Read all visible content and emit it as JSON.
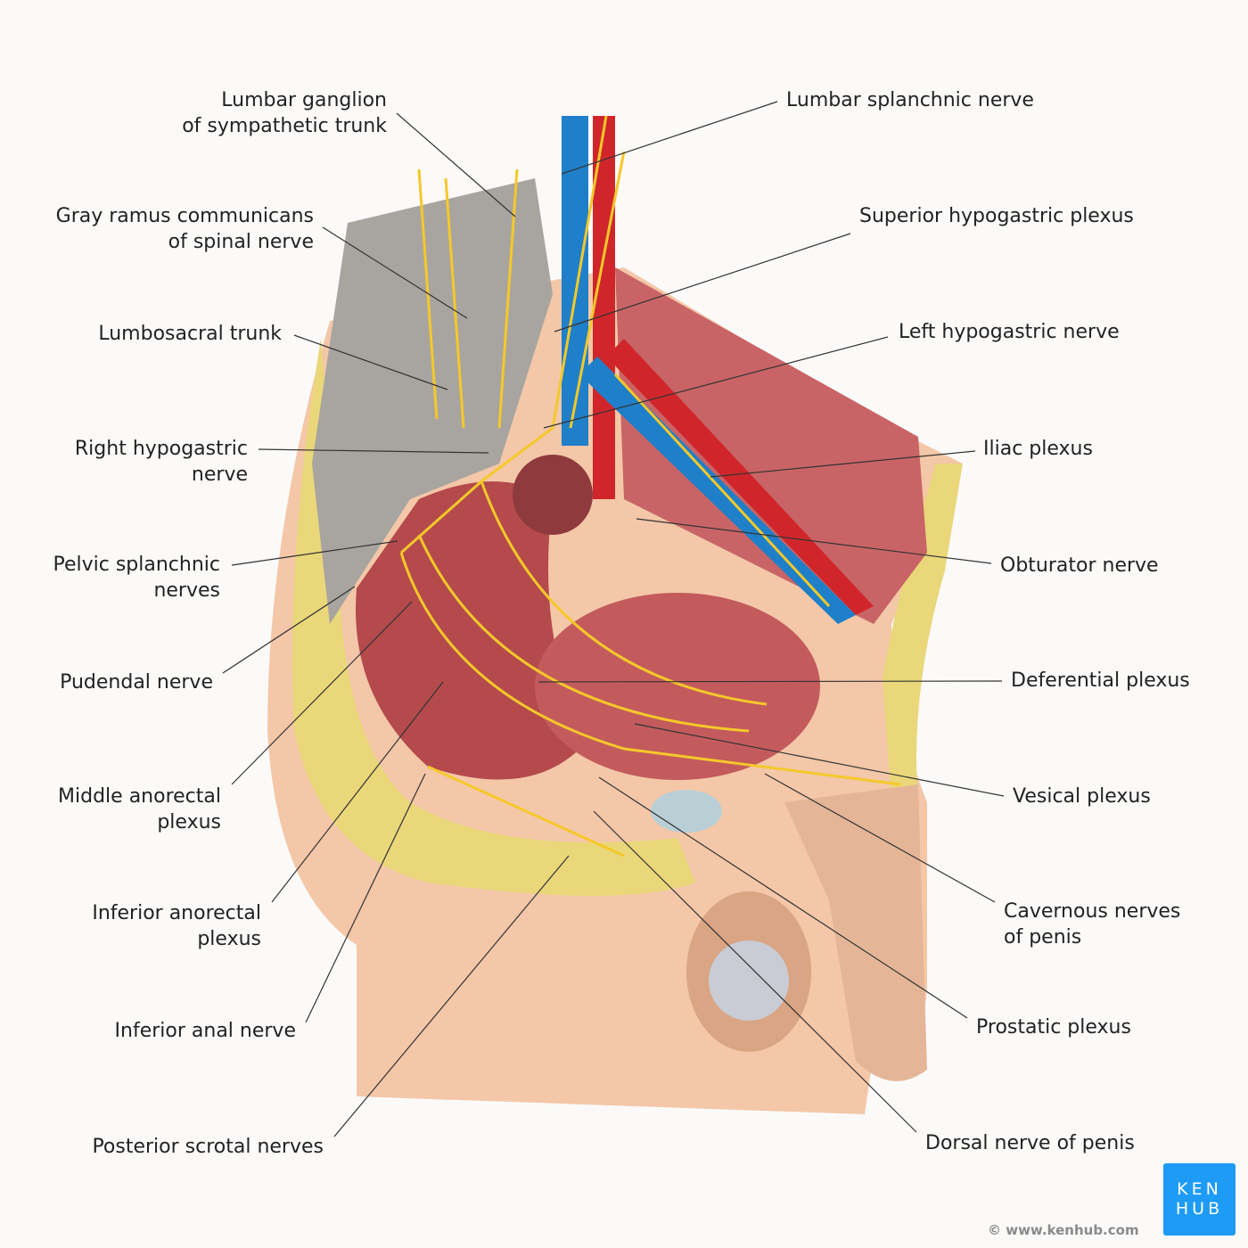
{
  "labels_left": [
    {
      "lines": [
        "Lumbar ganglion",
        "of sympathetic trunk"
      ]
    },
    {
      "lines": [
        "Gray ramus communicans",
        "of spinal nerve"
      ]
    },
    {
      "lines": [
        "Lumbosacral trunk"
      ]
    },
    {
      "lines": [
        "Right hypogastric",
        "nerve"
      ]
    },
    {
      "lines": [
        "Pelvic splanchnic",
        "nerves"
      ]
    },
    {
      "lines": [
        "Pudendal nerve"
      ]
    },
    {
      "lines": [
        "Middle anorectal",
        "plexus"
      ]
    },
    {
      "lines": [
        "Inferior anorectal",
        "plexus"
      ]
    },
    {
      "lines": [
        "Inferior anal nerve"
      ]
    },
    {
      "lines": [
        "Posterior scrotal nerves"
      ]
    }
  ],
  "labels_right": [
    {
      "lines": [
        "Lumbar splanchnic nerve"
      ]
    },
    {
      "lines": [
        "Superior hypogastric plexus"
      ]
    },
    {
      "lines": [
        "Left hypogastric nerve"
      ]
    },
    {
      "lines": [
        "Iliac plexus"
      ]
    },
    {
      "lines": [
        "Obturator nerve"
      ]
    },
    {
      "lines": [
        "Deferential plexus"
      ]
    },
    {
      "lines": [
        "Vesical plexus"
      ]
    },
    {
      "lines": [
        "Cavernous nerves",
        "of penis"
      ]
    },
    {
      "lines": [
        "Prostatic plexus"
      ]
    },
    {
      "lines": [
        "Dorsal nerve of penis"
      ]
    }
  ],
  "watermark": "© www.kenhub.com",
  "logo": {
    "line1": "KEN",
    "line2": "HUB"
  },
  "colors": {
    "nerve": "#f5c82a",
    "artery": "#d0262b",
    "vein": "#1f7fc9",
    "muscle": "#c0585a",
    "logo": "#1e9bf5"
  }
}
